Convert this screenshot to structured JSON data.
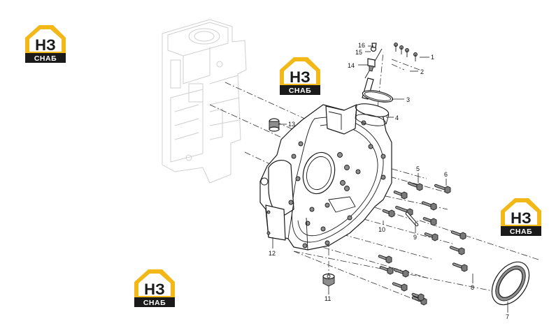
{
  "callouts": [
    "1",
    "2",
    "3",
    "4",
    "5",
    "6",
    "7",
    "8",
    "9",
    "10",
    "11",
    "12",
    "13",
    "14",
    "15",
    "16"
  ],
  "logo": {
    "mark": "НЗ",
    "text": "СНАБ",
    "colors": {
      "accent": "#f2b817",
      "dark": "#1a1a1a"
    }
  }
}
